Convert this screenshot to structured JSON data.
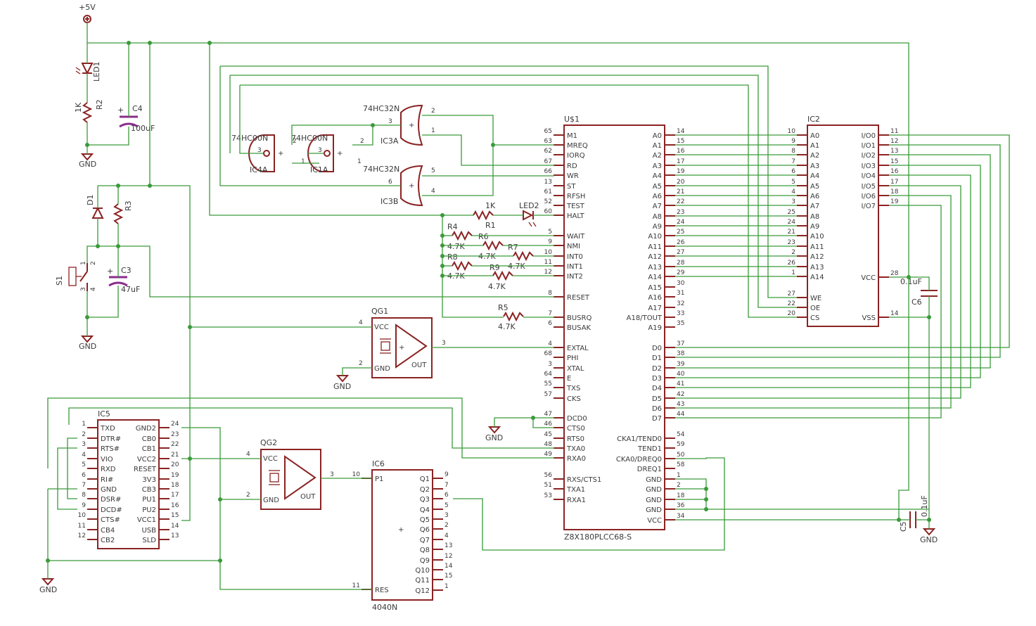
{
  "power": {
    "vcc": "+5V",
    "gnd": "GND"
  },
  "components": {
    "led1": {
      "name": "LED1"
    },
    "r2": {
      "name": "R2",
      "value": "1K"
    },
    "c4": {
      "name": "C4",
      "value": "100uF"
    },
    "d1": {
      "name": "D1"
    },
    "r3": {
      "name": "R3"
    },
    "s1": {
      "name": "S1"
    },
    "c3": {
      "name": "C3",
      "value": "47uF"
    },
    "ic4a": {
      "name": "IC4A",
      "part": "74HC00N"
    },
    "ic1a": {
      "name": "IC1A",
      "part": "74HC00N"
    },
    "ic3a": {
      "name": "IC3A",
      "part": "74HC32N"
    },
    "ic3b": {
      "name": "IC3B",
      "part": "74HC32N"
    },
    "r1": {
      "name": "R1",
      "value": "1K"
    },
    "led2": {
      "name": "LED2"
    },
    "r4": {
      "name": "R4",
      "value": "4.7K"
    },
    "r6": {
      "name": "R6",
      "value": "4.7K"
    },
    "r7": {
      "name": "R7",
      "value": "4.7K"
    },
    "r8": {
      "name": "R8",
      "value": "4.7K"
    },
    "r9": {
      "name": "R9",
      "value": "4.7K"
    },
    "r5": {
      "name": "R5",
      "value": "4.7K"
    },
    "qg1": {
      "name": "QG1",
      "vcc": "VCC",
      "gnd": "GND",
      "out": "OUT"
    },
    "qg2": {
      "name": "QG2",
      "vcc": "VCC",
      "gnd": "GND",
      "out": "OUT"
    },
    "c5": {
      "name": "C5",
      "value": "0.1uF"
    },
    "c6": {
      "name": "C6",
      "value": "0.1uF"
    }
  },
  "u1": {
    "name": "U$1",
    "part": "Z8X180PLCC68-S",
    "left": [
      [
        "65",
        "M1"
      ],
      [
        "63",
        "MREQ"
      ],
      [
        "62",
        "IORQ"
      ],
      [
        "67",
        "RD"
      ],
      [
        "66",
        "WR"
      ],
      [
        "13",
        "ST"
      ],
      [
        "61",
        "RFSH"
      ],
      [
        "52",
        "TEST"
      ],
      [
        "60",
        "HALT"
      ],
      [
        "5",
        "WAIT"
      ],
      [
        "9",
        "NMI"
      ],
      [
        "10",
        "INT0"
      ],
      [
        "11",
        "INT1"
      ],
      [
        "12",
        "INT2"
      ],
      [
        "8",
        "RESET"
      ],
      [
        "7",
        "BUSRQ"
      ],
      [
        "6",
        "BUSAK"
      ],
      [
        "4",
        "EXTAL"
      ],
      [
        "68",
        "PHI"
      ],
      [
        "3",
        "XTAL"
      ],
      [
        "64",
        "E"
      ],
      [
        "55",
        "TXS"
      ],
      [
        "57",
        "CKS"
      ],
      [
        "47",
        "DCD0"
      ],
      [
        "46",
        "CTS0"
      ],
      [
        "45",
        "RTS0"
      ],
      [
        "48",
        "TXA0"
      ],
      [
        "49",
        "RXA0"
      ],
      [
        "56",
        "RXS/CTS1"
      ],
      [
        "51",
        "TXA1"
      ],
      [
        "53",
        "RXA1"
      ]
    ],
    "right": [
      [
        "14",
        "A0"
      ],
      [
        "15",
        "A1"
      ],
      [
        "16",
        "A2"
      ],
      [
        "17",
        "A3"
      ],
      [
        "19",
        "A4"
      ],
      [
        "20",
        "A5"
      ],
      [
        "21",
        "A6"
      ],
      [
        "22",
        "A7"
      ],
      [
        "23",
        "A8"
      ],
      [
        "24",
        "A9"
      ],
      [
        "25",
        "A10"
      ],
      [
        "26",
        "A11"
      ],
      [
        "27",
        "A12"
      ],
      [
        "28",
        "A13"
      ],
      [
        "29",
        "A14"
      ],
      [
        "30",
        "A15"
      ],
      [
        "31",
        "A16"
      ],
      [
        "32",
        "A17"
      ],
      [
        "33",
        "A18/TOUT"
      ],
      [
        "35",
        "A19"
      ],
      [
        "37",
        "D0"
      ],
      [
        "38",
        "D1"
      ],
      [
        "39",
        "D2"
      ],
      [
        "40",
        "D3"
      ],
      [
        "41",
        "D4"
      ],
      [
        "42",
        "D5"
      ],
      [
        "43",
        "D6"
      ],
      [
        "44",
        "D7"
      ],
      [
        "54",
        "CKA1/TEND0"
      ],
      [
        "59",
        "TEND1"
      ],
      [
        "50",
        "CKA0/DREQ0"
      ],
      [
        "58",
        "DREQ1"
      ],
      [
        "1",
        "GND"
      ],
      [
        "2",
        "GND"
      ],
      [
        "18",
        "GND"
      ],
      [
        "36",
        "GND"
      ],
      [
        "34",
        "VCC"
      ]
    ]
  },
  "ic2": {
    "name": "IC2",
    "left": [
      [
        "10",
        "A0"
      ],
      [
        "9",
        "A1"
      ],
      [
        "8",
        "A2"
      ],
      [
        "7",
        "A3"
      ],
      [
        "6",
        "A4"
      ],
      [
        "5",
        "A5"
      ],
      [
        "4",
        "A6"
      ],
      [
        "3",
        "A7"
      ],
      [
        "25",
        "A8"
      ],
      [
        "24",
        "A9"
      ],
      [
        "21",
        "A10"
      ],
      [
        "23",
        "A11"
      ],
      [
        "2",
        "A12"
      ],
      [
        "26",
        "A13"
      ],
      [
        "1",
        "A14"
      ],
      [
        "27",
        "WE"
      ],
      [
        "22",
        "OE"
      ],
      [
        "20",
        "CS"
      ]
    ],
    "right": [
      [
        "11",
        "I/O0"
      ],
      [
        "12",
        "I/O1"
      ],
      [
        "13",
        "I/O2"
      ],
      [
        "15",
        "I/O3"
      ],
      [
        "16",
        "I/O4"
      ],
      [
        "17",
        "I/O5"
      ],
      [
        "18",
        "I/O6"
      ],
      [
        "19",
        "I/O7"
      ],
      [
        "28",
        "VCC"
      ],
      [
        "14",
        "VSS"
      ]
    ]
  },
  "ic5": {
    "name": "IC5",
    "left": [
      [
        "1",
        "TXD"
      ],
      [
        "2",
        "DTR#"
      ],
      [
        "3",
        "RTS#"
      ],
      [
        "4",
        "VIO"
      ],
      [
        "5",
        "RXD"
      ],
      [
        "6",
        "RI#"
      ],
      [
        "7",
        "GND"
      ],
      [
        "8",
        "DSR#"
      ],
      [
        "9",
        "DCD#"
      ],
      [
        "10",
        "CTS#"
      ],
      [
        "11",
        "CB4"
      ],
      [
        "12",
        "CB2"
      ]
    ],
    "right": [
      [
        "24",
        "GND2"
      ],
      [
        "23",
        "CB0"
      ],
      [
        "22",
        "CB1"
      ],
      [
        "21",
        "VCC2"
      ],
      [
        "20",
        "RESET"
      ],
      [
        "19",
        "3V3"
      ],
      [
        "18",
        "CB3"
      ],
      [
        "17",
        "PU1"
      ],
      [
        "16",
        "PU2"
      ],
      [
        "15",
        "VCC1"
      ],
      [
        "14",
        "USB"
      ],
      [
        "13",
        "SLD"
      ]
    ]
  },
  "ic6": {
    "name": "IC6",
    "part": "4040N",
    "in": [
      [
        "10",
        "P1"
      ],
      [
        "11",
        "RES"
      ]
    ],
    "out": [
      [
        "9",
        "Q1"
      ],
      [
        "7",
        "Q2"
      ],
      [
        "6",
        "Q3"
      ],
      [
        "5",
        "Q4"
      ],
      [
        "3",
        "Q5"
      ],
      [
        "2",
        "Q6"
      ],
      [
        "4",
        "Q7"
      ],
      [
        "13",
        "Q8"
      ],
      [
        "12",
        "Q9"
      ],
      [
        "14",
        "Q10"
      ],
      [
        "15",
        "Q11"
      ],
      [
        "1",
        "Q12"
      ]
    ]
  },
  "gate_pins": {
    "ic4a": [
      "3",
      "2",
      "1"
    ],
    "ic1a": [
      "3",
      "2",
      "1"
    ],
    "ic3a": [
      "3",
      "2",
      "1"
    ],
    "ic3b": [
      "6",
      "5",
      "4"
    ]
  },
  "osc_pins": {
    "qg1": [
      "4",
      "2",
      "3"
    ],
    "qg2": [
      "4",
      "2",
      "3"
    ]
  }
}
